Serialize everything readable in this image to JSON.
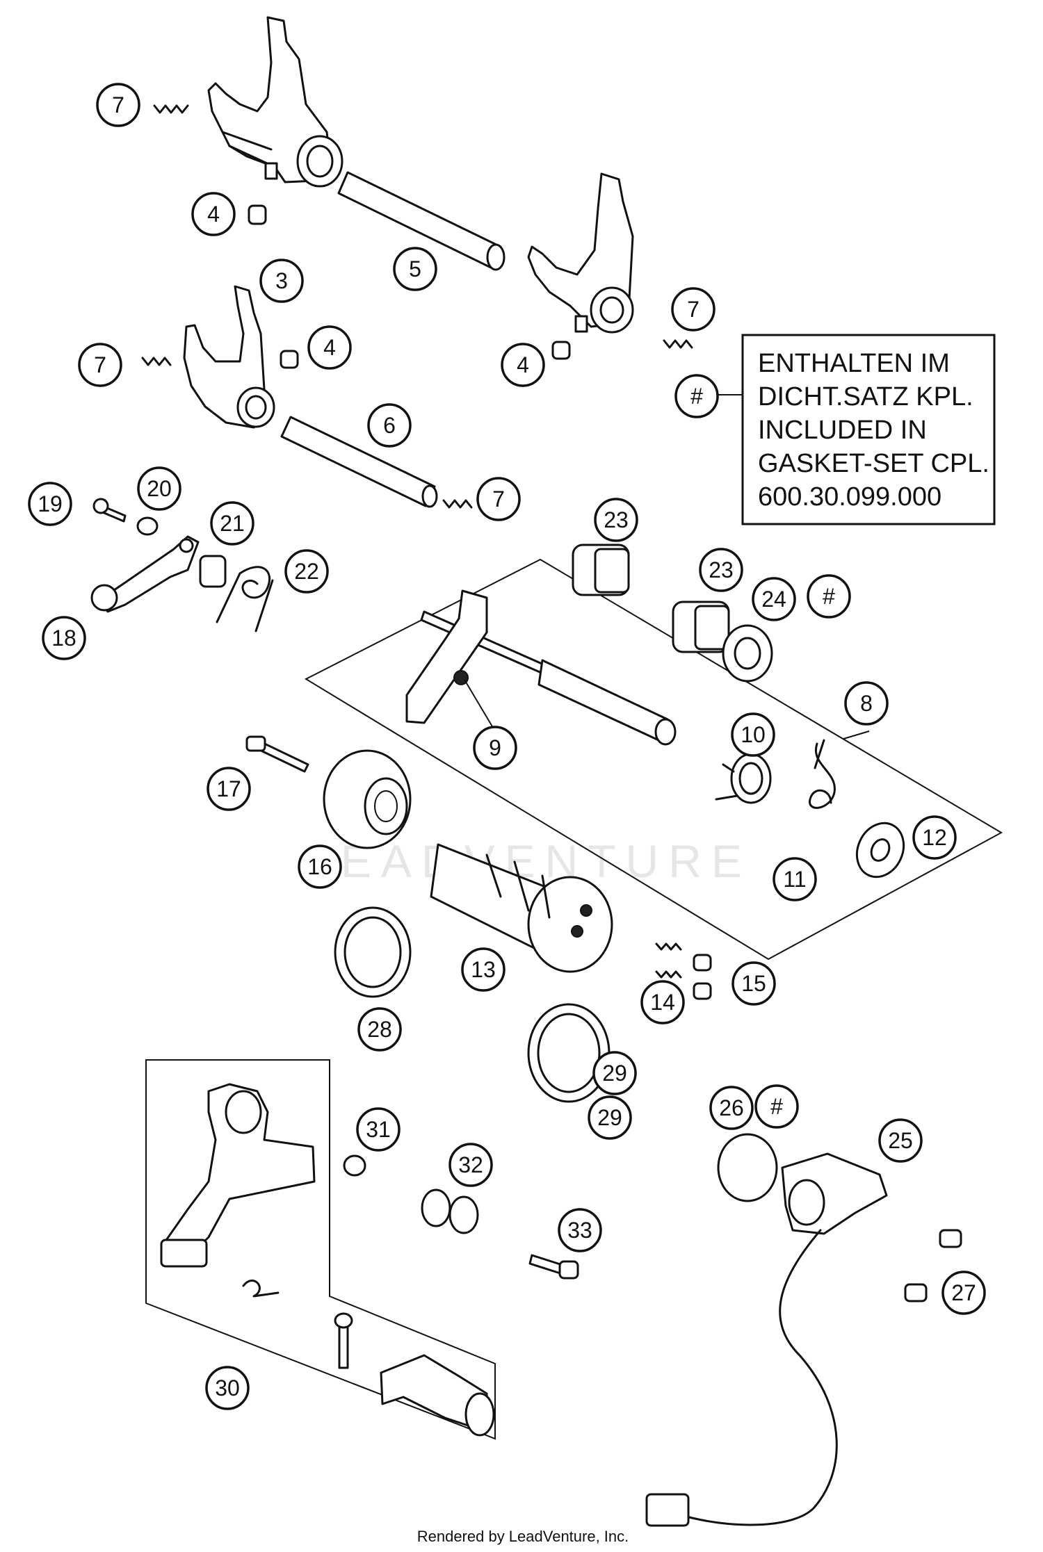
{
  "callouts": [
    {
      "id": "c1",
      "label": "7"
    },
    {
      "id": "c2",
      "label": "4"
    },
    {
      "id": "c3",
      "label": "5"
    },
    {
      "id": "c4",
      "label": "3"
    },
    {
      "id": "c5",
      "label": "4"
    },
    {
      "id": "c6",
      "label": "7"
    },
    {
      "id": "c7",
      "label": "7"
    },
    {
      "id": "c8",
      "label": "4"
    },
    {
      "id": "c9",
      "label": "#"
    },
    {
      "id": "c10",
      "label": "6"
    },
    {
      "id": "c11",
      "label": "7"
    },
    {
      "id": "c12",
      "label": "19"
    },
    {
      "id": "c13",
      "label": "20"
    },
    {
      "id": "c14",
      "label": "21"
    },
    {
      "id": "c15",
      "label": "22"
    },
    {
      "id": "c16",
      "label": "18"
    },
    {
      "id": "c17",
      "label": "23"
    },
    {
      "id": "c18",
      "label": "23"
    },
    {
      "id": "c19",
      "label": "24"
    },
    {
      "id": "c20",
      "label": "#"
    },
    {
      "id": "c21",
      "label": "8"
    },
    {
      "id": "c22",
      "label": "9"
    },
    {
      "id": "c23",
      "label": "10"
    },
    {
      "id": "c24",
      "label": "17"
    },
    {
      "id": "c25",
      "label": "16"
    },
    {
      "id": "c26",
      "label": "12"
    },
    {
      "id": "c27",
      "label": "11"
    },
    {
      "id": "c28",
      "label": "13"
    },
    {
      "id": "c29",
      "label": "15"
    },
    {
      "id": "c30",
      "label": "14"
    },
    {
      "id": "c31",
      "label": "28"
    },
    {
      "id": "c32",
      "label": "29"
    },
    {
      "id": "c33",
      "label": "29"
    },
    {
      "id": "c34",
      "label": "26"
    },
    {
      "id": "c35",
      "label": "#"
    },
    {
      "id": "c36",
      "label": "25"
    },
    {
      "id": "c37",
      "label": "31"
    },
    {
      "id": "c38",
      "label": "32"
    },
    {
      "id": "c39",
      "label": "33"
    },
    {
      "id": "c40",
      "label": "27"
    },
    {
      "id": "c41",
      "label": "30"
    }
  ],
  "note": {
    "lines": [
      "ENTHALTEN IM",
      "DICHT.SATZ KPL.",
      "INCLUDED IN",
      "GASKET-SET CPL.",
      "600.30.099.000"
    ]
  },
  "watermark": "LEADVENTURE",
  "footer": "Rendered by LeadVenture, Inc."
}
